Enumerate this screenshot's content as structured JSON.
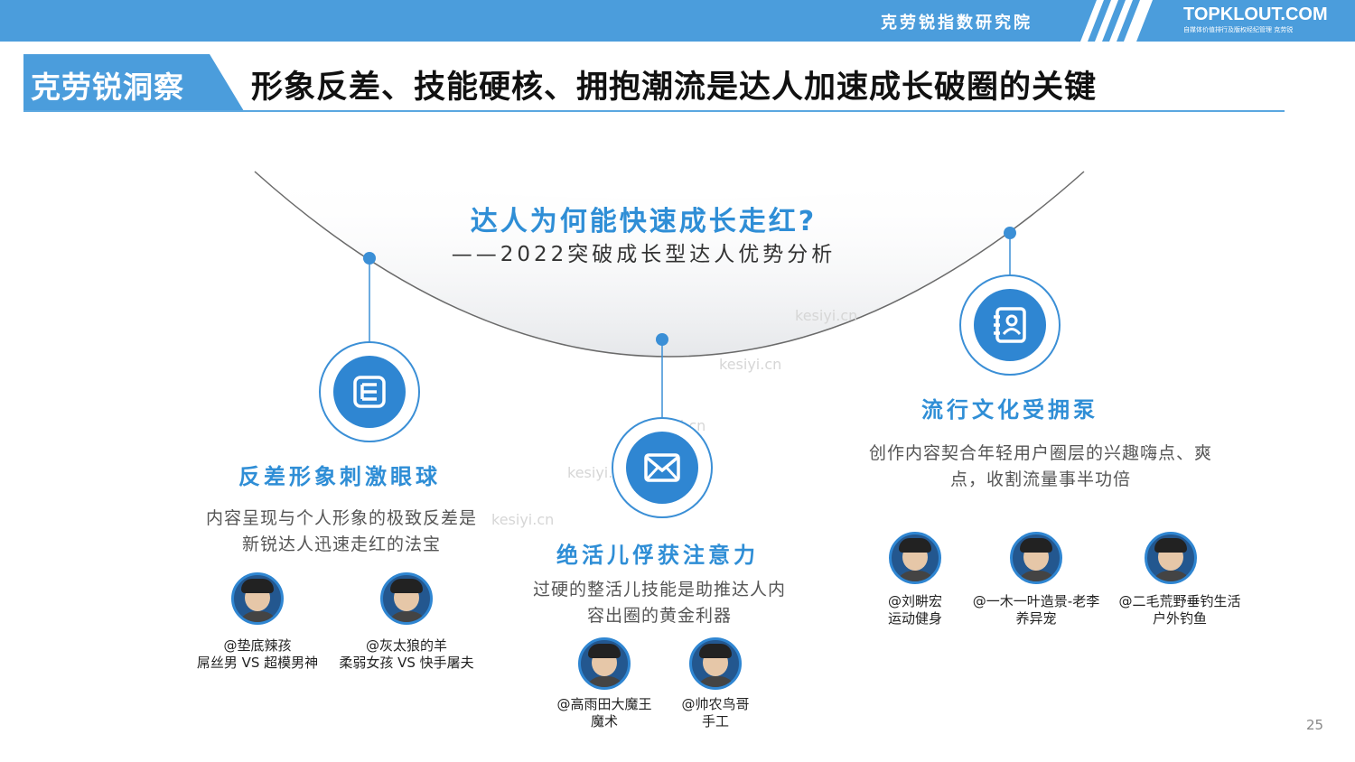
{
  "header": {
    "institute": "克劳锐指数研究院",
    "logo": "TOPKLOUT.COM",
    "logo_sub": "自媒体价值排行及版权经纪管理 克劳锐"
  },
  "title": {
    "tag": "克劳锐洞察",
    "main": "形象反差、技能硬核、拥抱潮流是达人加速成长破圈的关键"
  },
  "center": {
    "question": "达人为何能快速成长走红?",
    "subtitle": "——2022突破成长型达人优势分析"
  },
  "sections": [
    {
      "icon": "book-icon",
      "title": "反差形象刺激眼球",
      "desc_lines": [
        "内容呈现与个人形象的极致反差是",
        "新锐达人迅速走红的法宝"
      ],
      "creators": [
        {
          "handle": "@垫底辣孩",
          "note": "屌丝男 VS 超模男神"
        },
        {
          "handle": "@灰太狼的羊",
          "note": "柔弱女孩 VS 快手屠夫"
        }
      ]
    },
    {
      "icon": "mail-icon",
      "title": "绝活儿俘获注意力",
      "desc_lines": [
        "过硬的整活儿技能是助推达人内",
        "容出圈的黄金利器"
      ],
      "creators": [
        {
          "handle": "@高雨田大魔王",
          "note": "魔术"
        },
        {
          "handle": "@帅农鸟哥",
          "note": "手工"
        }
      ]
    },
    {
      "icon": "contact-book-icon",
      "title": "流行文化受拥泵",
      "desc_lines": [
        "创作内容契合年轻用户圈层的兴趣嗨点、爽",
        "点，收割流量事半功倍"
      ],
      "creators": [
        {
          "handle": "@刘畊宏",
          "note": "运动健身"
        },
        {
          "handle": "@一木一叶造景-老李",
          "note": "养异宠"
        },
        {
          "handle": "@二毛荒野垂钓生活",
          "note": "户外钓鱼"
        }
      ]
    }
  ],
  "watermark": "kesiyi.cn",
  "page_number": "25",
  "colors": {
    "brand_blue": "#4b9ddc",
    "accent_blue": "#2f8ed6",
    "icon_blue": "#2f86d2"
  }
}
